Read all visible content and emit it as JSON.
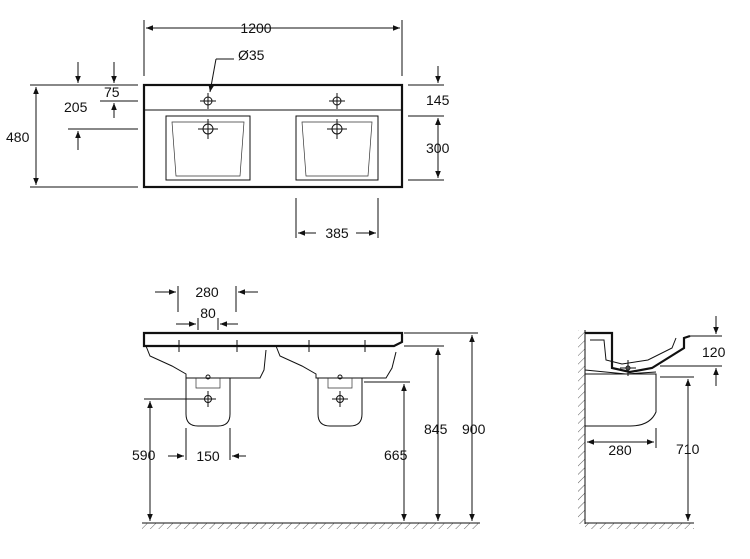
{
  "top_view": {
    "width": "1200",
    "hole_diameter": "Ø35",
    "depth_total": "480",
    "depth_basin": "205",
    "tap_offset": "75",
    "back_to_basin": "145",
    "basin_length": "300",
    "basin_width": "385"
  },
  "front_view": {
    "tap_spacing": "280",
    "fixing_spacing": "80",
    "trap_height": "590",
    "trap_width": "150",
    "pedestal_height": "665",
    "height_845": "845",
    "height_900": "900"
  },
  "side_view": {
    "rim_height": "120",
    "projection": "280",
    "height_710": "710"
  }
}
